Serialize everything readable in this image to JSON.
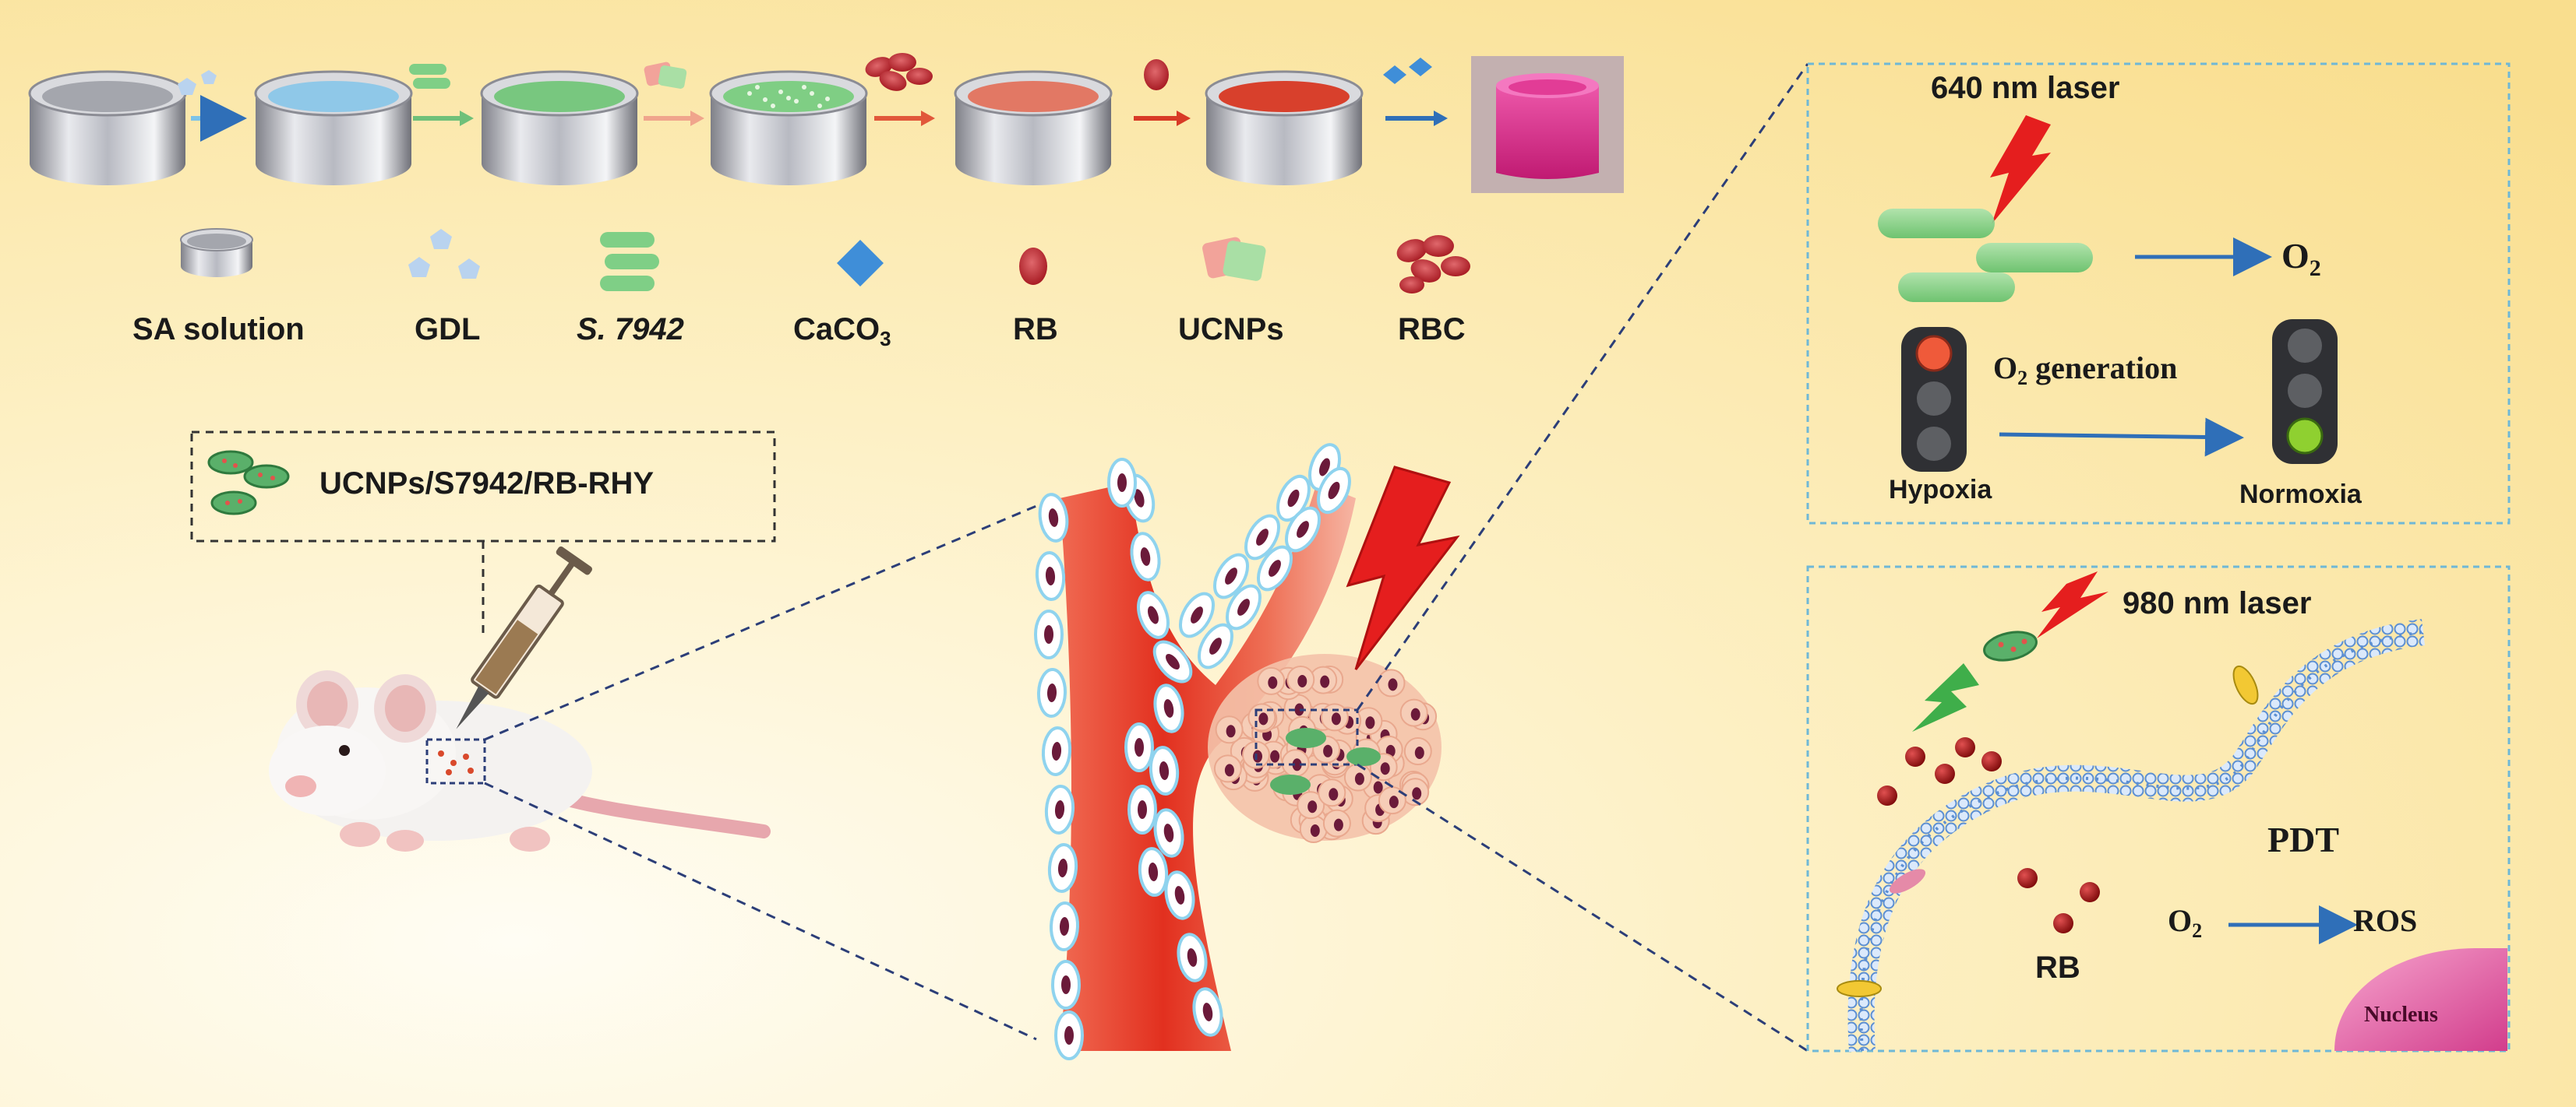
{
  "legend": {
    "sa_solution": "SA solution",
    "gdl": "GDL",
    "s7942": "S. 7942",
    "caco3": "CaCO",
    "caco3_sub": "3",
    "rb": "RB",
    "ucnps": "UCNPs",
    "rbc": "RBC"
  },
  "injection_box": {
    "label": "UCNPs/S7942/RB-RHY"
  },
  "panel_oxygen": {
    "laser": "640 nm laser",
    "o2": "O",
    "o2_sub": "2",
    "generation_o": "O",
    "generation_sub": "2",
    "generation_text": " generation",
    "hypoxia": "Hypoxia",
    "normoxia": "Normoxia"
  },
  "panel_pdt": {
    "laser": "980 nm laser",
    "pdt": "PDT",
    "o2": "O",
    "o2_sub": "2",
    "ros": "ROS",
    "rb": "RB",
    "nucleus": "Nucleus"
  },
  "colors": {
    "background_light": "#fdf6dc",
    "background_warm": "#fbe49a",
    "vessel_red": "#e8402e",
    "cell_border": "#8fd3ee",
    "cell_nucleus": "#6b1a3a",
    "bacteria_green": "#7fcf86",
    "rbc_red": "#b8232a",
    "rb_dot": "#a01414",
    "laser_red": "#e51e1e",
    "laser_green": "#3fae4a",
    "arrow_blue": "#2f6fb8",
    "membrane_blue": "#6f9ed8",
    "panel_border": "#6fb8d6",
    "nucleus_pink": "#e05aa0"
  }
}
